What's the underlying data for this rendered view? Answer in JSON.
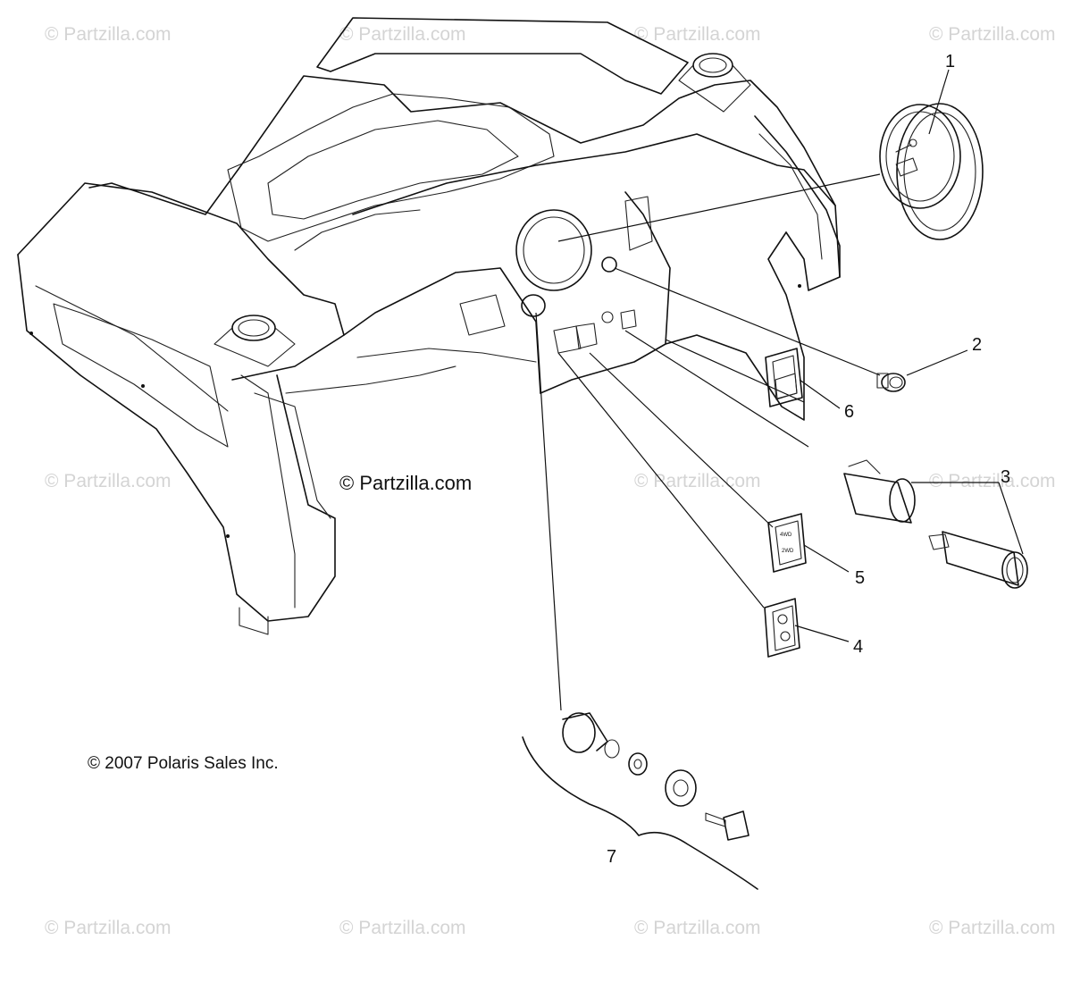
{
  "watermark_text": "© Partzilla.com",
  "copyright_center": "© Partzilla.com",
  "copyright_polaris": "© 2007 Polaris Sales Inc.",
  "callouts": [
    {
      "id": "1",
      "label": "1"
    },
    {
      "id": "2",
      "label": "2"
    },
    {
      "id": "3",
      "label": "3"
    },
    {
      "id": "4",
      "label": "4"
    },
    {
      "id": "5",
      "label": "5"
    },
    {
      "id": "6",
      "label": "6"
    },
    {
      "id": "7",
      "label": "7"
    }
  ],
  "switch_labels": {
    "rocker_top": "4WD",
    "rocker_bottom": "2WD"
  }
}
